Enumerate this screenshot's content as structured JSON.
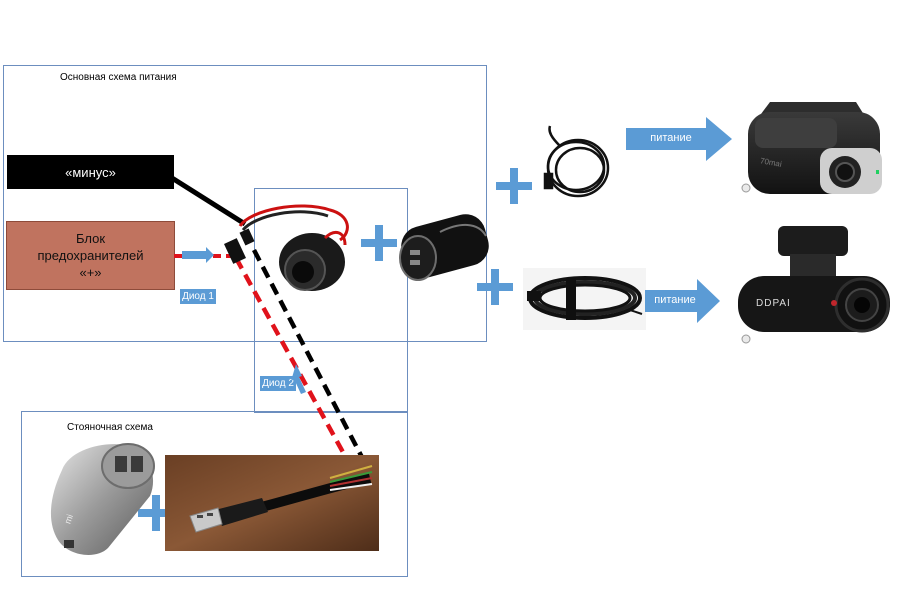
{
  "main_scheme": {
    "title": "Основная схема питания"
  },
  "minus_box": {
    "label": "«минус»"
  },
  "fuse_box": {
    "line1": "Блок",
    "line2": "предохранителей",
    "line3": "«+»"
  },
  "diode1": {
    "label": "Диод 1"
  },
  "diode2": {
    "label": "Диод 2"
  },
  "parking_scheme": {
    "title": "Стояночная схема"
  },
  "arrow_top": {
    "label": "питание"
  },
  "arrow_bottom": {
    "label": "питание"
  },
  "camera_top": {
    "brand": "70mai"
  },
  "camera_bottom": {
    "brand": "DDPAI"
  },
  "charger_bottom": {
    "brand": "mi"
  },
  "colors": {
    "frame": "#6c8ebf",
    "tag": "#5b9bd5",
    "fuse": "#c0735f",
    "red_wire": "#e0121b",
    "black_wire": "#000000"
  }
}
